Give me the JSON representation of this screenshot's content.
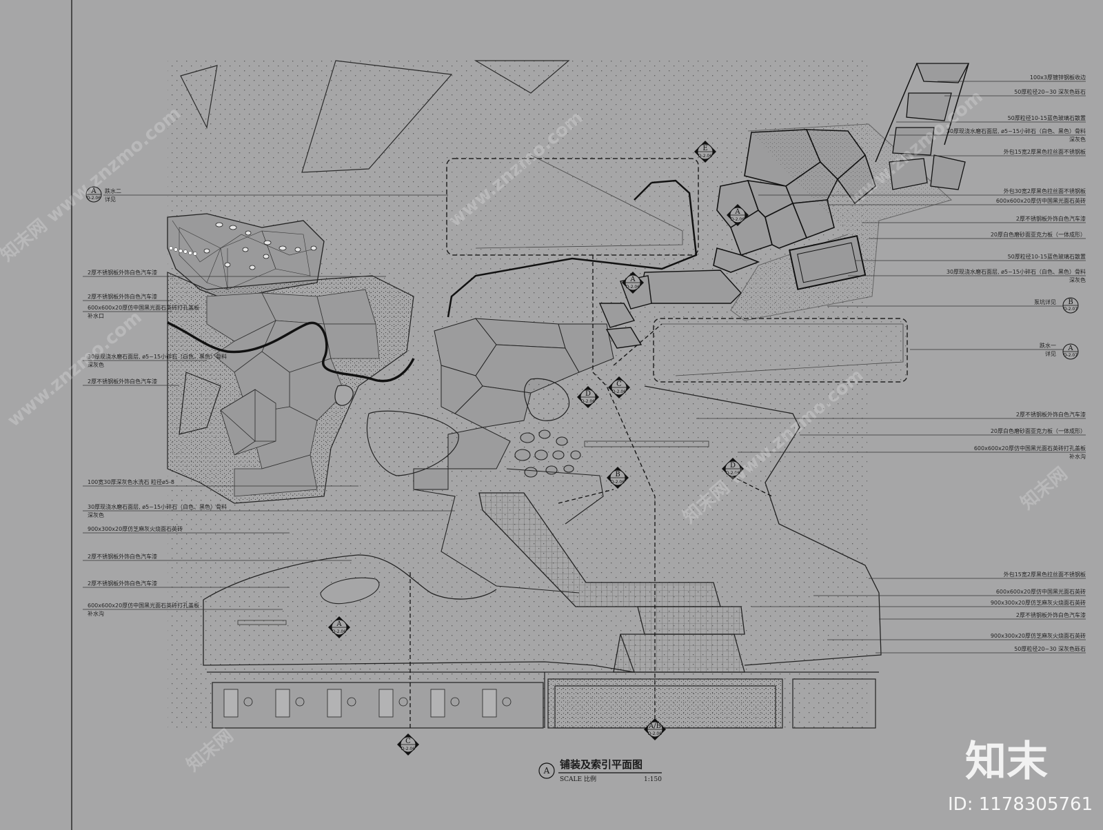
{
  "drawing": {
    "title": "铺装及索引平面图",
    "scale_label": "SCALE 比例",
    "scale_value": "1:150",
    "title_tag": "A"
  },
  "watermark": {
    "brand": "知末",
    "id_text": "ID: 1178305761",
    "faint_texts": [
      "www.znzmo.com",
      "知末网",
      "知末网 www.znzmo.com"
    ]
  },
  "left_notes": [
    {
      "line1": "跌水二",
      "line2": "详见",
      "ref": "A",
      "sheet": "D-2.06"
    },
    {
      "line1": "2厚不锈钢板外饰白色汽车漆"
    },
    {
      "line1": "2厚不锈钢板外饰白色汽车漆"
    },
    {
      "line1": "600x600x20厚仿中国黑光面石英砖打孔盖板",
      "line2": "补水口"
    },
    {
      "line1": "30厚现浇水磨石面层, ø5~15小碎石（白色、黑色）骨料",
      "line2": "深灰色"
    },
    {
      "line1": "2厚不锈钢板外饰白色汽车漆"
    },
    {
      "line1": "100宽30厚深灰色水洗石  粒径ø5-8"
    },
    {
      "line1": "30厚现浇水磨石面层, ø5~15小碎石（白色、黑色）骨料",
      "line2": "深灰色"
    },
    {
      "line1": "900x300x20厚仿芝麻灰火烧面石英砖"
    },
    {
      "line1": "2厚不锈钢板外饰白色汽车漆"
    },
    {
      "line1": "2厚不锈钢板外饰白色汽车漆"
    },
    {
      "line1": "600x600x20厚仿中国黑光面石英砖打孔盖板",
      "line2": "补水沟"
    }
  ],
  "right_notes": [
    {
      "line1": "100x3厚镀锌钢板收边"
    },
    {
      "line1": "50厚粒径20~30 深灰色砾石"
    },
    {
      "line1": "50厚粒径10-15蓝色玻璃石散置"
    },
    {
      "line1": "30厚现浇水磨石面层, ø5~15小碎石（白色、黑色）骨料",
      "line2": "深灰色"
    },
    {
      "line1": "外包15宽2厚黑色拉丝面不锈钢板"
    },
    {
      "line1": "外包30宽2厚黑色拉丝面不锈钢板"
    },
    {
      "line1": "600x600x20厚仿中国黑光面石英砖"
    },
    {
      "line1": "2厚不锈钢板外饰白色汽车漆"
    },
    {
      "line1": "20厚白色磨砂面亚克力板（一体成形）"
    },
    {
      "line1": "50厚粒径10-15蓝色玻璃石散置"
    },
    {
      "line1": "30厚现浇水磨石面层, ø5~15小碎石（白色、黑色）骨料",
      "line2": "深灰色"
    },
    {
      "line1": "泵坑详见",
      "ref": "B",
      "sheet": "D-2.07"
    },
    {
      "line1": "跌水一",
      "line2": "详见",
      "ref": "A",
      "sheet": "D-2.07"
    },
    {
      "line1": "2厚不锈钢板外饰白色汽车漆"
    },
    {
      "line1": "20厚白色磨砂面亚克力板（一体成形）"
    },
    {
      "line1": "600x600x20厚仿中国黑光面石英砖打孔盖板",
      "line2": "补水沟"
    },
    {
      "line1": "外包15宽2厚黑色拉丝面不锈钢板"
    },
    {
      "line1": "600x600x20厚仿中国黑光面石英砖"
    },
    {
      "line1": "900x300x20厚仿芝麻灰火烧面石英砖"
    },
    {
      "line1": "2厚不锈钢板外饰白色汽车漆"
    },
    {
      "line1": "900x300x20厚仿芝麻灰火烧面石英砖"
    },
    {
      "line1": "50厚粒径20~30 深灰色砾石"
    }
  ],
  "section_tags": [
    {
      "letter": "E",
      "sheet": "D-2.06"
    },
    {
      "letter": "A",
      "sheet": "D-2.06"
    },
    {
      "letter": "A",
      "sheet": "D-2.06"
    },
    {
      "letter": "C",
      "sheet": "D-2.06"
    },
    {
      "letter": "D",
      "sheet": "D-2.06"
    },
    {
      "letter": "B",
      "sheet": "D-2.06"
    },
    {
      "letter": "D",
      "sheet": "D-2.06"
    },
    {
      "letter": "A",
      "sheet": "D-2.06"
    },
    {
      "letter": "A/B",
      "sheet": "D-2.06"
    },
    {
      "letter": "C",
      "sheet": "D-2.06"
    }
  ]
}
